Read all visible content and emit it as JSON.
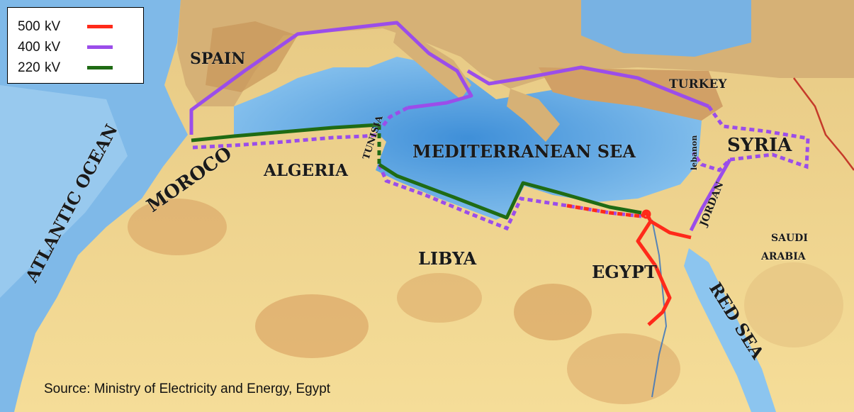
{
  "legend": {
    "items": [
      {
        "voltage": "500",
        "unit": "kV",
        "color": "#ff2a1a"
      },
      {
        "voltage": "400",
        "unit": "kV",
        "color": "#9b4dea"
      },
      {
        "voltage": "220",
        "unit": "kV",
        "color": "#1f6b14"
      }
    ]
  },
  "labels": {
    "spain": "SPAIN",
    "moroco": "MOROCO",
    "atlantic": "ATLANTIC OCEAN",
    "algeria": "ALGERIA",
    "tunisia": "TUNISIA",
    "mediterranean": "MEDITERRANEAN SEA",
    "libya": "LIBYA",
    "egypt": "EGYPT",
    "turkey": "TURKEY",
    "syria": "SYRIA",
    "lebanon": "lebanon",
    "jordan": "JORDAN",
    "saudi_line1": "SAUDI",
    "saudi_line2": "ARABIA",
    "red_sea": "RED SEA"
  },
  "source": "Source: Ministry of Electricity and Energy, Egypt",
  "colors": {
    "sea": "#5ea7e3",
    "desert": "#f3dc94",
    "highland": "#d9a567",
    "line_500": "#ff2a1a",
    "line_400": "#9b4dea",
    "line_220": "#1f6b14"
  }
}
